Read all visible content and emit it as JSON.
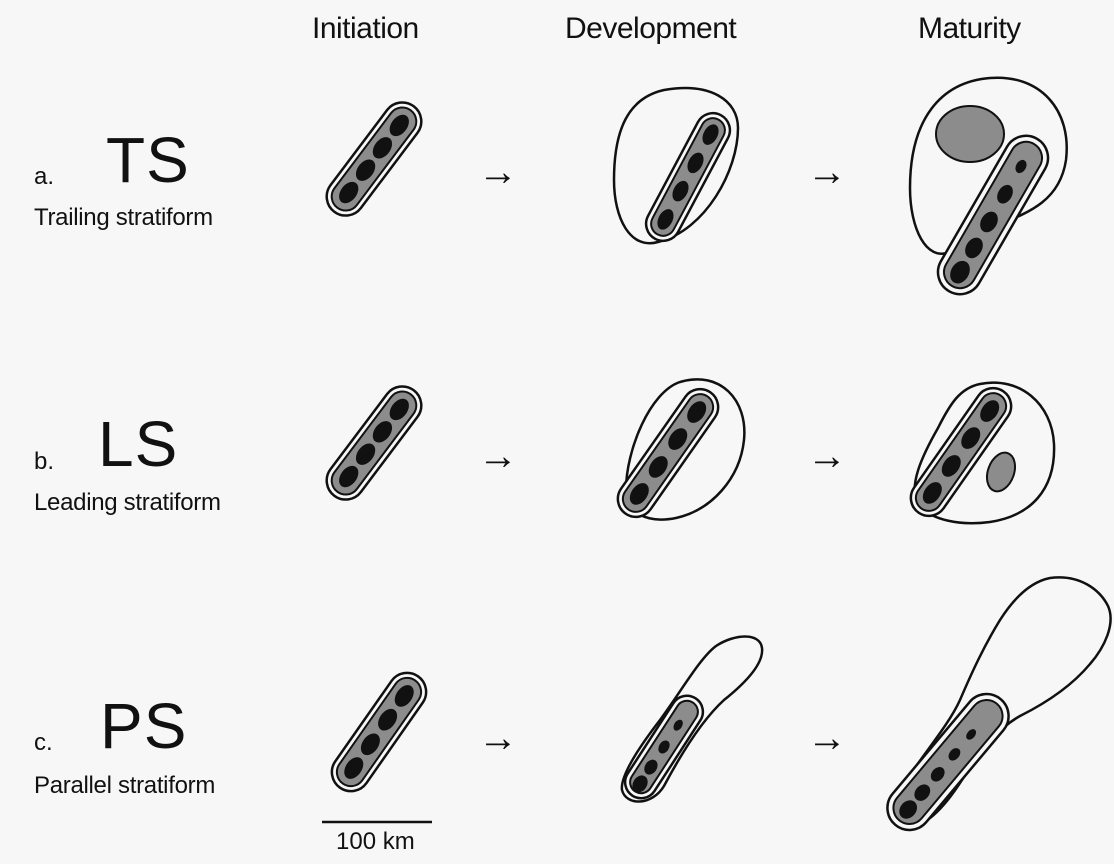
{
  "columns": [
    "Initiation",
    "Development",
    "Maturity"
  ],
  "rows": [
    {
      "letter": "a.",
      "abbr": "TS",
      "full": "Trailing stratiform"
    },
    {
      "letter": "b.",
      "abbr": "LS",
      "full": "Leading stratiform"
    },
    {
      "letter": "c.",
      "abbr": "PS",
      "full": "Parallel stratiform"
    }
  ],
  "arrow_glyph": "→",
  "scale_label": "100 km",
  "colors": {
    "ink": "#111111",
    "stratiform": "#8c8c8c",
    "background": "#f7f7f7"
  }
}
